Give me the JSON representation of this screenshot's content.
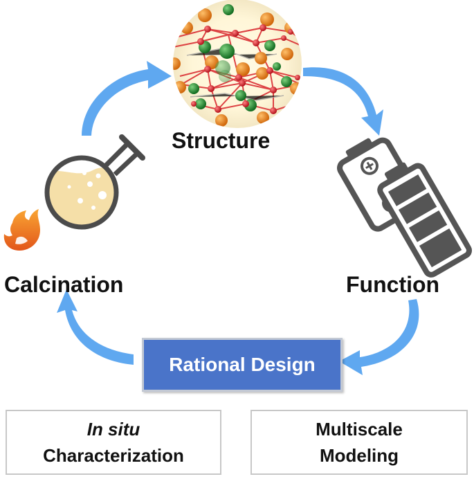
{
  "labels": {
    "structure": "Structure",
    "function": "Function",
    "calcination": "Calcination"
  },
  "center": {
    "title": "Rational Design"
  },
  "boxes": {
    "in_situ": {
      "line1": "In situ",
      "line2": "Characterization"
    },
    "multiscale": {
      "line1": "Multiscale",
      "line2": "Modeling"
    }
  },
  "icons": [
    "crystal-structure-icon",
    "battery-icon",
    "flask-icon",
    "flame-icon",
    "cycle-arrow-icon"
  ],
  "colors": {
    "arrow": "#5fa8f0",
    "box_fill": "#4a74c9",
    "atom_orange": "#e07b14",
    "atom_green": "#1f8a2f",
    "atom_red": "#d8232a",
    "battery": "#555555",
    "flask_liquid": "#f5dfa8",
    "flame": "#f07a12"
  }
}
